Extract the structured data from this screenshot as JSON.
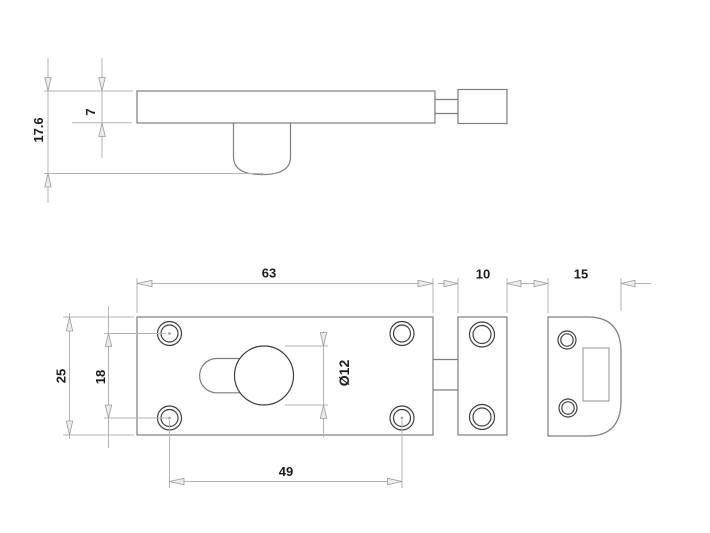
{
  "drawing": {
    "kind": "technical-dimension-drawing",
    "views": {
      "top": "side-elevation-of-slide-bolt",
      "bottom": "plan-view-with-guide-and-keeper"
    },
    "dimension_labels": {
      "overall_height_side": "17.6",
      "plate_thickness": "7",
      "plate_length": "63",
      "guide_width": "10",
      "keeper_width": "15",
      "plate_height": "25",
      "hole_row_spacing": "18",
      "bolt_diameter": "Ø12",
      "hole_column_spacing": "49"
    },
    "colors": {
      "background": "#ffffff",
      "part_outline": "#7d7d7d",
      "hole_outline": "#3e3e3e",
      "dimension_line": "#b3b3b3",
      "text": "#1c1c1c"
    }
  }
}
